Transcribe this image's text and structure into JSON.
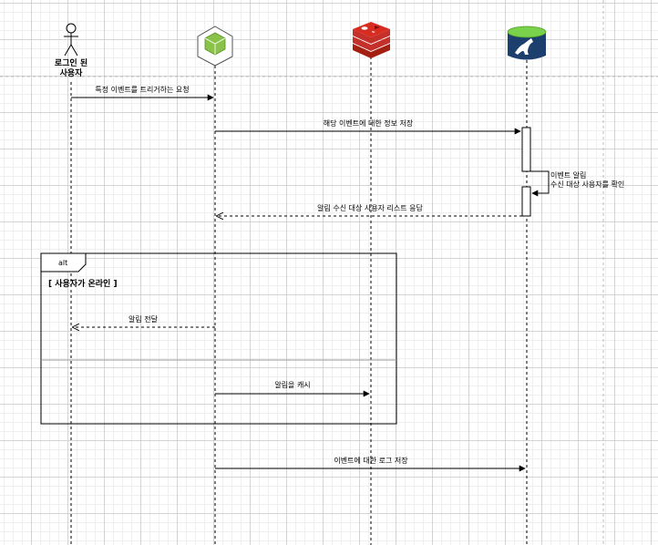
{
  "actors": {
    "user_label": "로그인 된\n사용자"
  },
  "messages": {
    "m1": "특정 이벤트를 트리거하는 요청",
    "m2": "해당 이벤트에 대한 정보 저장",
    "m3": "이벤트 알림\n수신 대상 사용자를 확인",
    "m4": "알림 수신 대상 사용자 리스트 응답",
    "m5": "알림 전달",
    "m6": "알림을 캐시",
    "m7": "이벤트에 대한 로그 저장"
  },
  "fragment": {
    "tag": "alt",
    "guard": "[ 사용자가 온라인 ]"
  },
  "colors": {
    "node_green": "#8BC34A",
    "redis_red": "#C6302B",
    "db_navy": "#1D3F6E",
    "db_top": "#7AD14A"
  }
}
